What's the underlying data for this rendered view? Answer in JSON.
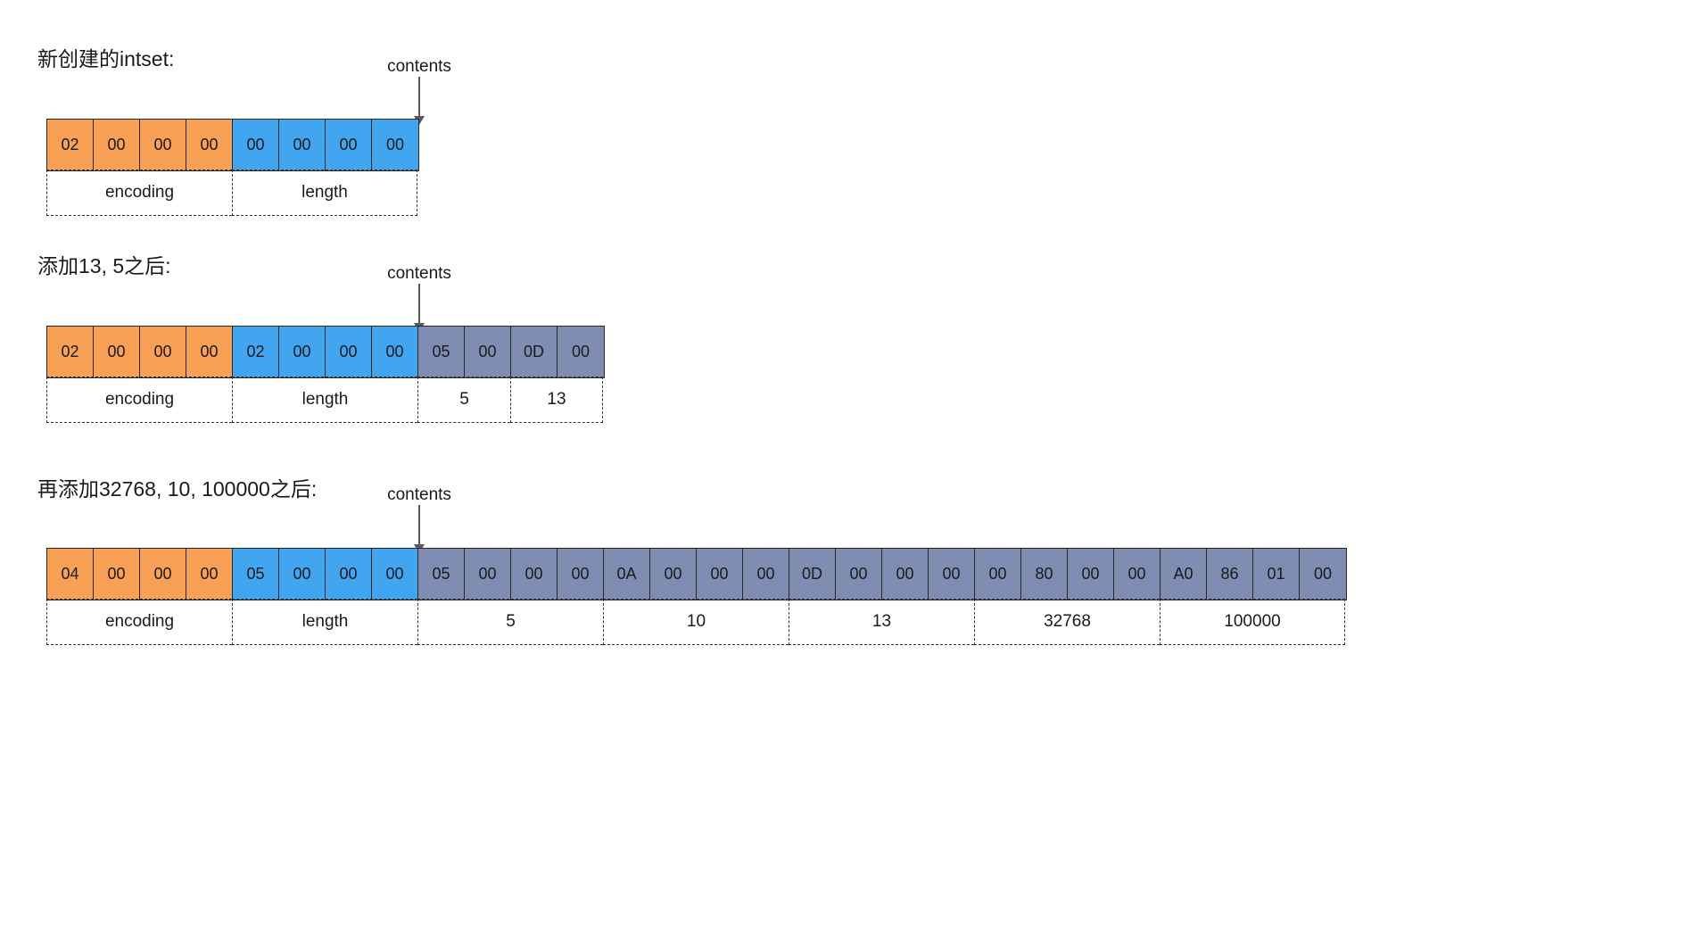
{
  "diagrams": [
    {
      "caption": "新创建的intset:",
      "pointer": {
        "label": "contents"
      },
      "bytes": [
        {
          "v": "02",
          "k": "enc"
        },
        {
          "v": "00",
          "k": "enc"
        },
        {
          "v": "00",
          "k": "enc"
        },
        {
          "v": "00",
          "k": "enc"
        },
        {
          "v": "00",
          "k": "len"
        },
        {
          "v": "00",
          "k": "len"
        },
        {
          "v": "00",
          "k": "len"
        },
        {
          "v": "00",
          "k": "len"
        }
      ],
      "segments": [
        {
          "label": "encoding",
          "span": 4
        },
        {
          "label": "length",
          "span": 4
        }
      ]
    },
    {
      "caption": "添加13, 5之后:",
      "pointer": {
        "label": "contents"
      },
      "bytes": [
        {
          "v": "02",
          "k": "enc"
        },
        {
          "v": "00",
          "k": "enc"
        },
        {
          "v": "00",
          "k": "enc"
        },
        {
          "v": "00",
          "k": "enc"
        },
        {
          "v": "02",
          "k": "len"
        },
        {
          "v": "00",
          "k": "len"
        },
        {
          "v": "00",
          "k": "len"
        },
        {
          "v": "00",
          "k": "len"
        },
        {
          "v": "05",
          "k": "data"
        },
        {
          "v": "00",
          "k": "data"
        },
        {
          "v": "0D",
          "k": "data"
        },
        {
          "v": "00",
          "k": "data"
        }
      ],
      "segments": [
        {
          "label": "encoding",
          "span": 4
        },
        {
          "label": "length",
          "span": 4
        },
        {
          "label": "5",
          "span": 2
        },
        {
          "label": "13",
          "span": 2
        }
      ]
    },
    {
      "caption": "再添加32768, 10, 100000之后:",
      "pointer": {
        "label": "contents"
      },
      "bytes": [
        {
          "v": "04",
          "k": "enc"
        },
        {
          "v": "00",
          "k": "enc"
        },
        {
          "v": "00",
          "k": "enc"
        },
        {
          "v": "00",
          "k": "enc"
        },
        {
          "v": "05",
          "k": "len"
        },
        {
          "v": "00",
          "k": "len"
        },
        {
          "v": "00",
          "k": "len"
        },
        {
          "v": "00",
          "k": "len"
        },
        {
          "v": "05",
          "k": "data"
        },
        {
          "v": "00",
          "k": "data"
        },
        {
          "v": "00",
          "k": "data"
        },
        {
          "v": "00",
          "k": "data"
        },
        {
          "v": "0A",
          "k": "data"
        },
        {
          "v": "00",
          "k": "data"
        },
        {
          "v": "00",
          "k": "data"
        },
        {
          "v": "00",
          "k": "data"
        },
        {
          "v": "0D",
          "k": "data"
        },
        {
          "v": "00",
          "k": "data"
        },
        {
          "v": "00",
          "k": "data"
        },
        {
          "v": "00",
          "k": "data"
        },
        {
          "v": "00",
          "k": "data"
        },
        {
          "v": "80",
          "k": "data"
        },
        {
          "v": "00",
          "k": "data"
        },
        {
          "v": "00",
          "k": "data"
        },
        {
          "v": "A0",
          "k": "data"
        },
        {
          "v": "86",
          "k": "data"
        },
        {
          "v": "01",
          "k": "data"
        },
        {
          "v": "00",
          "k": "data"
        }
      ],
      "segments": [
        {
          "label": "encoding",
          "span": 4
        },
        {
          "label": "length",
          "span": 4
        },
        {
          "label": "5",
          "span": 4
        },
        {
          "label": "10",
          "span": 4
        },
        {
          "label": "13",
          "span": 4
        },
        {
          "label": "32768",
          "span": 4
        },
        {
          "label": "100000",
          "span": 4
        }
      ]
    }
  ],
  "colors": {
    "encoding": "#f8a055",
    "length": "#41a5ef",
    "contents": "#7f8db3",
    "border": "#262626",
    "arrow": "#595959",
    "background": "#ffffff"
  }
}
